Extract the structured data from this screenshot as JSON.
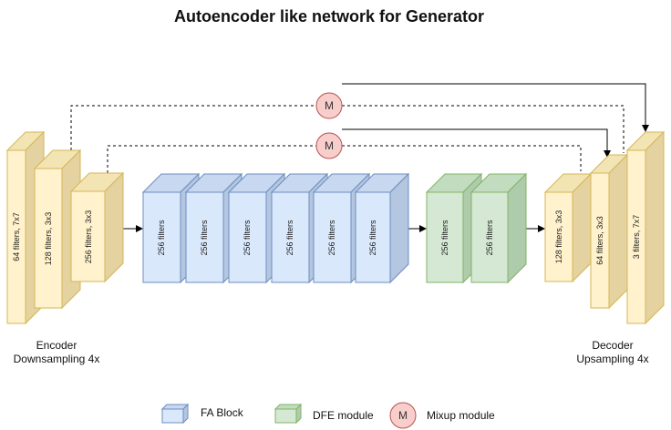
{
  "title": "Autoencoder like network for Generator",
  "colors": {
    "yellow_front": "#fff2cc",
    "yellow_top": "#f3e4b4",
    "yellow_side": "#e4d3a0",
    "yellow_stroke": "#d6b656",
    "blue_front": "#dae8fc",
    "blue_top": "#c7d8f0",
    "blue_side": "#b4c6e0",
    "blue_stroke": "#6c8ebf",
    "green_front": "#d5e8d4",
    "green_top": "#c2dcc0",
    "green_side": "#aecbab",
    "green_stroke": "#82b366",
    "mixup_fill": "#f8cecc",
    "mixup_stroke": "#b85450"
  },
  "encoder": {
    "blocks": [
      "64 filters, 7x7",
      "128 filters, 3x3",
      "256 filters, 3x3"
    ],
    "caption": [
      "Encoder",
      "Downsampling 4x"
    ]
  },
  "fa_blocks": [
    "256 filters",
    "256 filters",
    "256 filters",
    "256 filters",
    "256 filters",
    "256 filters"
  ],
  "dfe_blocks": [
    "256 filters",
    "256 filters"
  ],
  "decoder": {
    "blocks": [
      "128 filters, 3x3",
      "64 filters, 3x3",
      "3 filters, 7x7"
    ],
    "caption": [
      "Decoder",
      "Upsampling 4x"
    ]
  },
  "mixup": {
    "label": "M"
  },
  "legend": {
    "fa": "FA Block",
    "dfe": "DFE module",
    "mixup": "Mixup module",
    "mixup_symbol": "M"
  }
}
